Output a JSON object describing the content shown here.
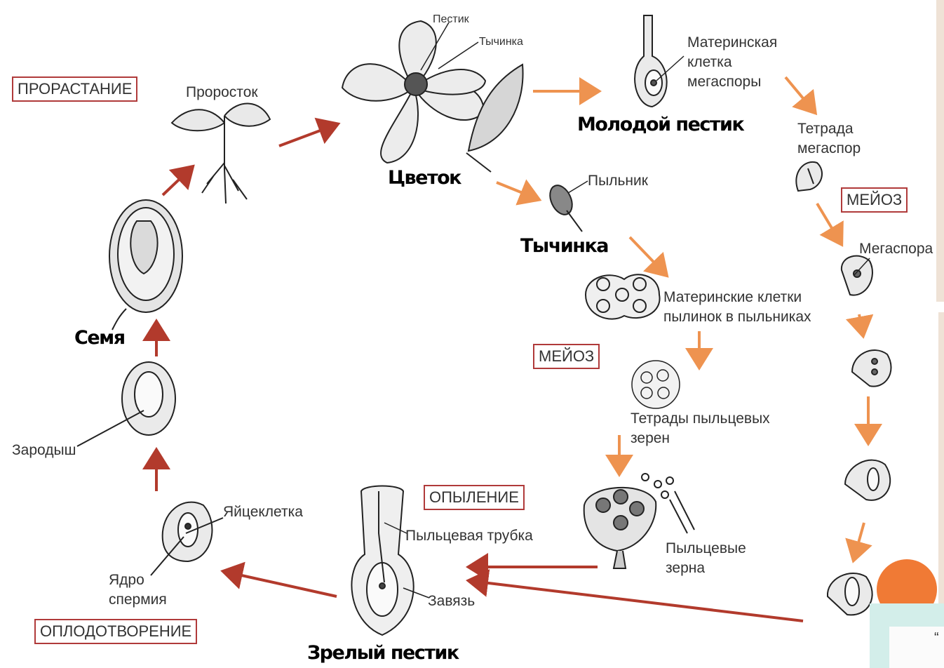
{
  "labels": {
    "germination": "ПРОРАСТАНИЕ",
    "sprout": "Проросток",
    "pistil_top": "Пестик",
    "stamen_top": "Тычинка",
    "flower": "Цветок",
    "megaspore_mother": "Материнская\nклетка\nмегаспоры",
    "young_pistil": "Молодой пестик",
    "megaspore_tetrad": "Тетрада\nмегаспор",
    "meiosis_right": "МЕЙОЗ",
    "megaspore": "Мегаспора",
    "anther": "Пыльник",
    "stamen": "Тычинка",
    "pollen_mother": "Материнские клетки\nпылинок в пыльниках",
    "meiosis_mid": "МЕЙОЗ",
    "pollen_tetrads": "Тетрады пыльцевых\nзерен",
    "pollen_grains": "Пыльцевые\nзерна",
    "pollination": "ОПЫЛЕНИЕ",
    "pollen_tube": "Пыльцевая трубка",
    "ovary": "Завязь",
    "mature_pistil": "Зрелый пестик",
    "egg_cell": "Яйцеклетка",
    "sperm_nucleus": "Ядро\nспермия",
    "fertilization": "ОПЛОДОТВОРЕНИЕ",
    "embryo": "Зародыш",
    "seed": "Семя"
  },
  "corner_glyph": "“",
  "colors": {
    "cycle_arrow": "#b23a2c",
    "branch_arrow": "#ee9350",
    "box_border": "#b03a3a",
    "accent_dot": "#f07a35",
    "side_bar": "#efe2d6",
    "corner_panel": "#d3eeea"
  }
}
